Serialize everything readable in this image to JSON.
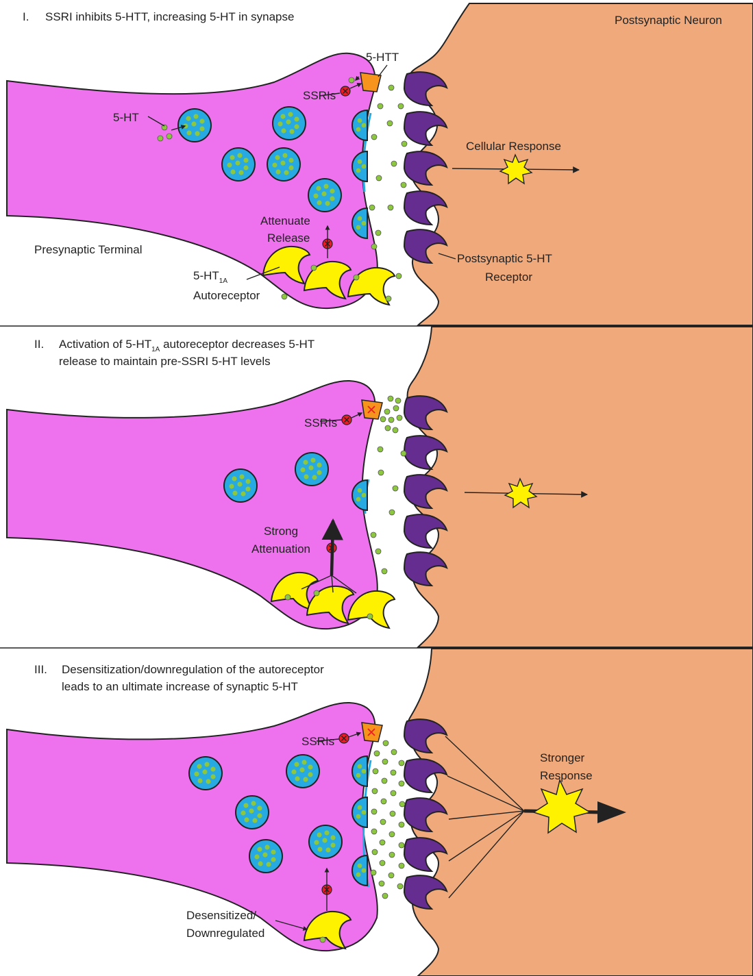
{
  "colors": {
    "presynaptic": "#ee72ee",
    "postsynaptic": "#f0a97a",
    "vesicle": "#27a9e1",
    "serotonin": "#8dc63f",
    "receptor": "#662d91",
    "autoreceptor": "#fff200",
    "transporter": "#f7941d",
    "inhibitor": "#ed1c24",
    "star": "#fff200",
    "cleft_edge": "#27a9e1"
  },
  "panels": [
    {
      "title_numeral": "I.",
      "title_line1": "SSRI inhibits 5-HTT, increasing 5-HT in synapse",
      "title_line2": "",
      "labels": {
        "postsynaptic_neuron": "Postsynaptic Neuron",
        "htt": "5-HTT",
        "ssris": "SSRIs",
        "ht": "5-HT",
        "cellular_response": "Cellular Response",
        "attenuate": "Attenuate",
        "release": "Release",
        "presynaptic_terminal": "Presynaptic Terminal",
        "autoreceptor_main": "5-HT",
        "autoreceptor_sub": "1A",
        "autoreceptor_word": "Autoreceptor",
        "post_receptor_1": "Postsynaptic 5-HT",
        "post_receptor_2": "Receptor"
      }
    },
    {
      "title_numeral": "II.",
      "title_line1_a": "Activation of 5-HT",
      "title_line1_sub": "1A",
      "title_line1_b": " autoreceptor decreases 5-HT",
      "title_line2": "release to maintain pre-SSRI 5-HT levels",
      "labels": {
        "ssris": "SSRIs",
        "strong": "Strong",
        "attenuation": "Attenuation"
      }
    },
    {
      "title_numeral": "III.",
      "title_line1": "Desensitization/downregulation of the autoreceptor",
      "title_line2": "leads to an ultimate increase of synaptic 5-HT",
      "labels": {
        "ssris": "SSRIs",
        "stronger": "Stronger",
        "response": "Response",
        "desensitized": "Desensitized/",
        "downregulated": "Downregulated"
      }
    }
  ]
}
